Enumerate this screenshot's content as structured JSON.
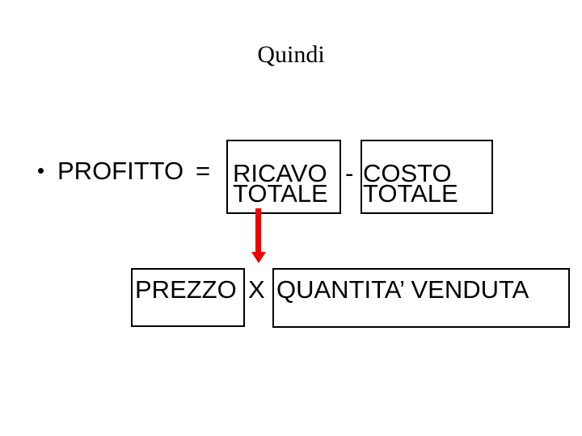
{
  "slide": {
    "title": "Quindi",
    "bullet": {
      "label": "PROFITTO",
      "operator": "="
    },
    "equation": {
      "ricavo_line1": "RICAVO",
      "ricavo_line2": "TOTALE",
      "minus": "-",
      "costo_line1": "COSTO",
      "costo_line2": "TOTALE"
    },
    "expansion": {
      "prezzo": "PREZZO",
      "times": "X",
      "quantita": "QUANTITA’ VENDUTA"
    },
    "colors": {
      "arrow": "#ee0000",
      "text": "#000000",
      "box_border": "#000000",
      "background": "#ffffff"
    }
  }
}
